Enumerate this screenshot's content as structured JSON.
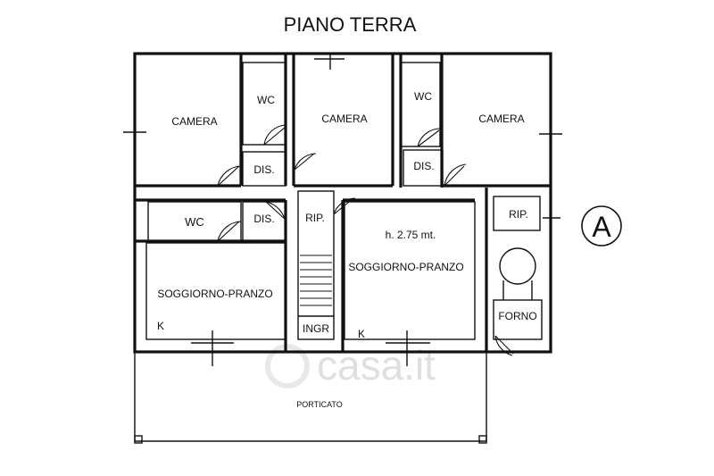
{
  "title": "PIANO TERRA",
  "section_marker": "A",
  "watermark": "casa.it",
  "rooms": {
    "camera_left": "CAMERA",
    "wc_top_left": "WC",
    "camera_center": "CAMERA",
    "wc_top_right": "WC",
    "camera_right": "CAMERA",
    "dis_left_top": "DIS.",
    "dis_left_bottom": "DIS.",
    "dis_right": "DIS.",
    "wc_left_bottom": "WC",
    "rip_center": "RIP.",
    "rip_right": "RIP.",
    "height_note": "h. 2.75 mt.",
    "soggiorno_left": "SOGGIORNO-PRANZO",
    "soggiorno_right": "SOGGIORNO-PRANZO",
    "kitchen_left": "K",
    "kitchen_right": "K",
    "ingr": "INGR",
    "forno": "FORNO",
    "porticato": "PORTICATO"
  }
}
